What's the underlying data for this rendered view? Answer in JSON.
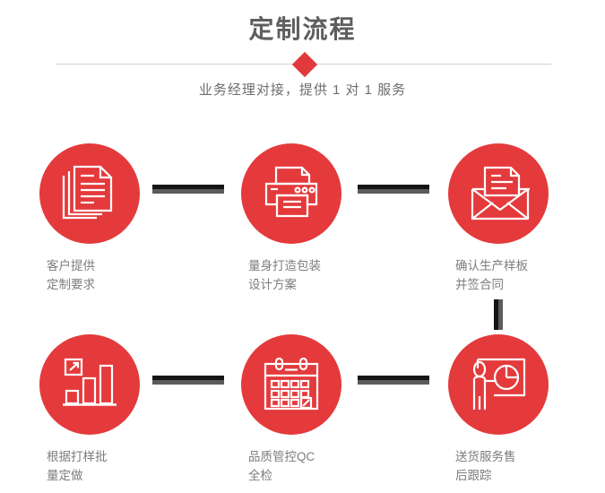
{
  "header": {
    "title": "定制流程",
    "subtitle": "业务经理对接，提供 1 对 1 服务",
    "accent_color": "#e03a3c",
    "divider_color": "#cfcfcf",
    "title_color": "#5e5e5e"
  },
  "theme": {
    "circle_color": "#e43a3c",
    "connector_dark": "#151515",
    "connector_light": "#5b5b5b",
    "label_color": "#7d7d7d",
    "background": "#ffffff"
  },
  "steps": [
    {
      "index": 1,
      "icon": "documents-icon",
      "label": "客户提供\n定制要求"
    },
    {
      "index": 2,
      "icon": "printer-icon",
      "label": "量身打造包装\n设计方案"
    },
    {
      "index": 3,
      "icon": "envelope-document-icon",
      "label": "确认生产样板\n并签合同"
    },
    {
      "index": 4,
      "icon": "bar-chart-growth-icon",
      "label": "根据打样批\n量定做"
    },
    {
      "index": 5,
      "icon": "calendar-icon",
      "label": "品质管控QC\n全检"
    },
    {
      "index": 6,
      "icon": "presentation-person-icon",
      "label": "送货服务售\n后跟踪"
    }
  ],
  "connectors": [
    {
      "name": "step1-to-step2",
      "orientation": "horizontal"
    },
    {
      "name": "step2-to-step3",
      "orientation": "horizontal"
    },
    {
      "name": "step3-to-step6",
      "orientation": "vertical"
    },
    {
      "name": "step4-to-step5",
      "orientation": "horizontal"
    },
    {
      "name": "step5-to-step6",
      "orientation": "horizontal"
    }
  ]
}
